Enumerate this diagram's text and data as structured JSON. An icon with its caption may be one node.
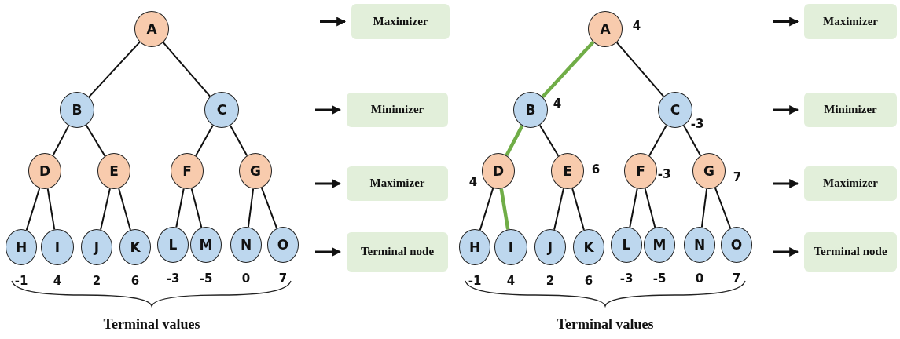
{
  "diagram": {
    "nodes": [
      {
        "text": [
          "A"
        ]
      },
      {
        "text": [
          "B"
        ]
      },
      {
        "text": [
          "C"
        ]
      },
      {
        "text": [
          "D"
        ]
      },
      {
        "text": [
          "E"
        ]
      },
      {
        "text": [
          "F"
        ]
      },
      {
        "text": [
          "G"
        ]
      },
      {
        "text": [
          "H"
        ],
        "beside": [
          "-1"
        ]
      },
      {
        "text": [
          "I"
        ],
        "beside": [
          "4"
        ]
      },
      {
        "text": [
          "J"
        ],
        "beside": [
          "2"
        ]
      },
      {
        "text": [
          "K"
        ],
        "beside": [
          "6"
        ]
      },
      {
        "text": [
          "L"
        ],
        "beside": [
          "-3"
        ]
      },
      {
        "text": [
          "M"
        ],
        "beside": [
          "-5"
        ]
      },
      {
        "text": [
          "N"
        ],
        "beside": [
          "0"
        ]
      },
      {
        "text": [
          "O"
        ],
        "beside": [
          "7"
        ]
      },
      {
        "text": [
          "A"
        ],
        "beside": [
          "4"
        ]
      },
      {
        "text": [
          "B"
        ],
        "beside": [
          "4"
        ]
      },
      {
        "text": [
          "C"
        ],
        "beside": [
          "-3"
        ]
      },
      {
        "text": [
          "D"
        ],
        "beside": [
          "4"
        ]
      },
      {
        "text": [
          "E"
        ],
        "beside": [
          "6"
        ]
      },
      {
        "text": [
          "F"
        ],
        "beside": [
          "-3"
        ]
      },
      {
        "text": [
          "G"
        ],
        "beside": [
          "7"
        ]
      },
      {
        "text": [
          "H"
        ],
        "beside": [
          "-1"
        ]
      },
      {
        "text": [
          "I"
        ],
        "beside": [
          "4"
        ]
      },
      {
        "text": [
          "J"
        ],
        "beside": [
          "2"
        ]
      },
      {
        "text": [
          "K"
        ],
        "beside": [
          "6"
        ]
      },
      {
        "text": [
          "L"
        ],
        "beside": [
          "-3"
        ]
      },
      {
        "text": [
          "M"
        ],
        "beside": [
          "-5"
        ]
      },
      {
        "text": [
          "N"
        ],
        "beside": [
          "0"
        ]
      },
      {
        "text": [
          "O"
        ],
        "beside": [
          "7"
        ]
      },
      {
        "text": [
          "Maximizer"
        ]
      },
      {
        "text": [
          "Minimizer"
        ]
      },
      {
        "text": [
          "Maximizer"
        ]
      },
      {
        "text": [
          "Terminal node"
        ]
      },
      {
        "text": [
          "Maximizer"
        ]
      },
      {
        "text": [
          "Minimizer"
        ]
      },
      {
        "text": [
          "Maximizer"
        ]
      },
      {
        "text": [
          "Terminal node"
        ]
      }
    ],
    "edges": [
      {
        "from": 0,
        "to": 1,
        "arrow": "none"
      },
      {
        "from": 0,
        "to": 2,
        "arrow": "none"
      },
      {
        "from": 1,
        "to": 3,
        "arrow": "none"
      },
      {
        "from": 1,
        "to": 4,
        "arrow": "none"
      },
      {
        "from": 2,
        "to": 5,
        "arrow": "none"
      },
      {
        "from": 2,
        "to": 6,
        "arrow": "none"
      },
      {
        "from": 3,
        "to": 7,
        "arrow": "none"
      },
      {
        "from": 3,
        "to": 8,
        "arrow": "none"
      },
      {
        "from": 4,
        "to": 9,
        "arrow": "none"
      },
      {
        "from": 4,
        "to": 10,
        "arrow": "none"
      },
      {
        "from": 5,
        "to": 11,
        "arrow": "none"
      },
      {
        "from": 5,
        "to": 12,
        "arrow": "none"
      },
      {
        "from": 6,
        "to": 13,
        "arrow": "none"
      },
      {
        "from": 6,
        "to": 14,
        "arrow": "none"
      },
      {
        "from": 15,
        "to": 16,
        "arrow": "none",
        "style": "thick",
        "color": "#70ad47"
      },
      {
        "from": 15,
        "to": 17,
        "arrow": "none"
      },
      {
        "from": 16,
        "to": 18,
        "arrow": "none",
        "style": "thick",
        "color": "#70ad47"
      },
      {
        "from": 16,
        "to": 19,
        "arrow": "none"
      },
      {
        "from": 17,
        "to": 20,
        "arrow": "none"
      },
      {
        "from": 17,
        "to": 21,
        "arrow": "none"
      },
      {
        "from": 18,
        "to": 22,
        "arrow": "none"
      },
      {
        "from": 18,
        "to": 23,
        "arrow": "none",
        "style": "thick",
        "color": "#70ad47"
      },
      {
        "from": 19,
        "to": 24,
        "arrow": "none"
      },
      {
        "from": 19,
        "to": 25,
        "arrow": "none"
      },
      {
        "from": 20,
        "to": 26,
        "arrow": "none"
      },
      {
        "from": 20,
        "to": 27,
        "arrow": "none"
      },
      {
        "from": 21,
        "to": 28,
        "arrow": "none"
      },
      {
        "from": 21,
        "to": 29,
        "arrow": "none"
      },
      {
        "from": null,
        "to": 30,
        "arrow": "to"
      },
      {
        "from": null,
        "to": 31,
        "arrow": "to"
      },
      {
        "from": null,
        "to": 32,
        "arrow": "to"
      },
      {
        "from": null,
        "to": 33,
        "arrow": "to"
      },
      {
        "from": null,
        "to": 34,
        "arrow": "to"
      },
      {
        "from": null,
        "to": 35,
        "arrow": "to"
      },
      {
        "from": null,
        "to": 36,
        "arrow": "to"
      },
      {
        "from": null,
        "to": 37,
        "arrow": "to"
      }
    ],
    "labels": [
      "Terminal values",
      "Terminal values"
    ]
  }
}
